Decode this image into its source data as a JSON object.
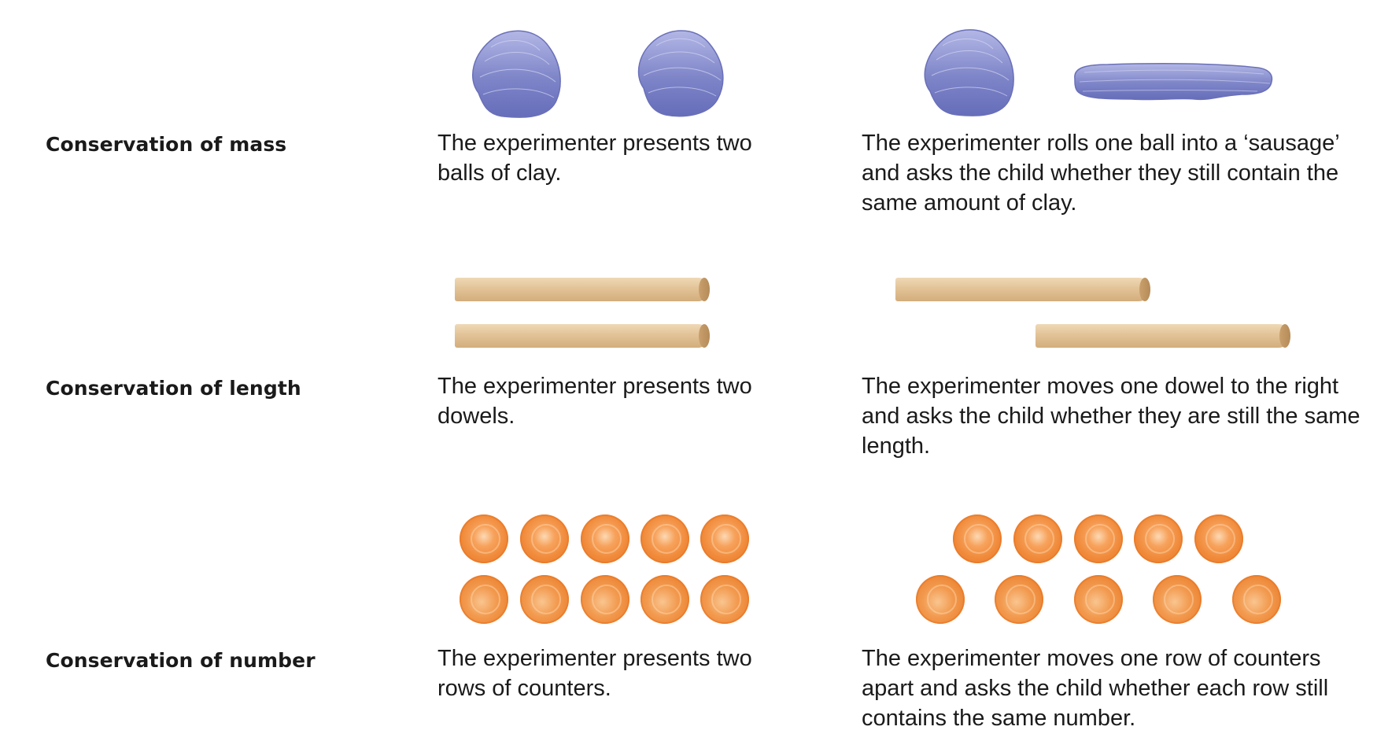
{
  "rows": [
    {
      "label": "Conservation of mass",
      "step1": "The experimenter presents two balls of clay.",
      "step2": "The experimenter rolls one ball into a ‘sausage’ and asks the child whether they still contain the same amount of clay."
    },
    {
      "label": "Conservation of length",
      "step1": "The experimenter presents two dowels.",
      "step2": "The experimenter moves one dowel to the right and asks the child whether they are still the same length."
    },
    {
      "label": "Conservation of number",
      "step1": "The experimenter presents two rows of counters.",
      "step2": "The experimenter moves one row of counters apart and asks the child whether each row still contains the same number."
    }
  ],
  "colors": {
    "clay": "#7c82c4",
    "dowel": "#e2c397",
    "counter": "#f08a3a"
  }
}
